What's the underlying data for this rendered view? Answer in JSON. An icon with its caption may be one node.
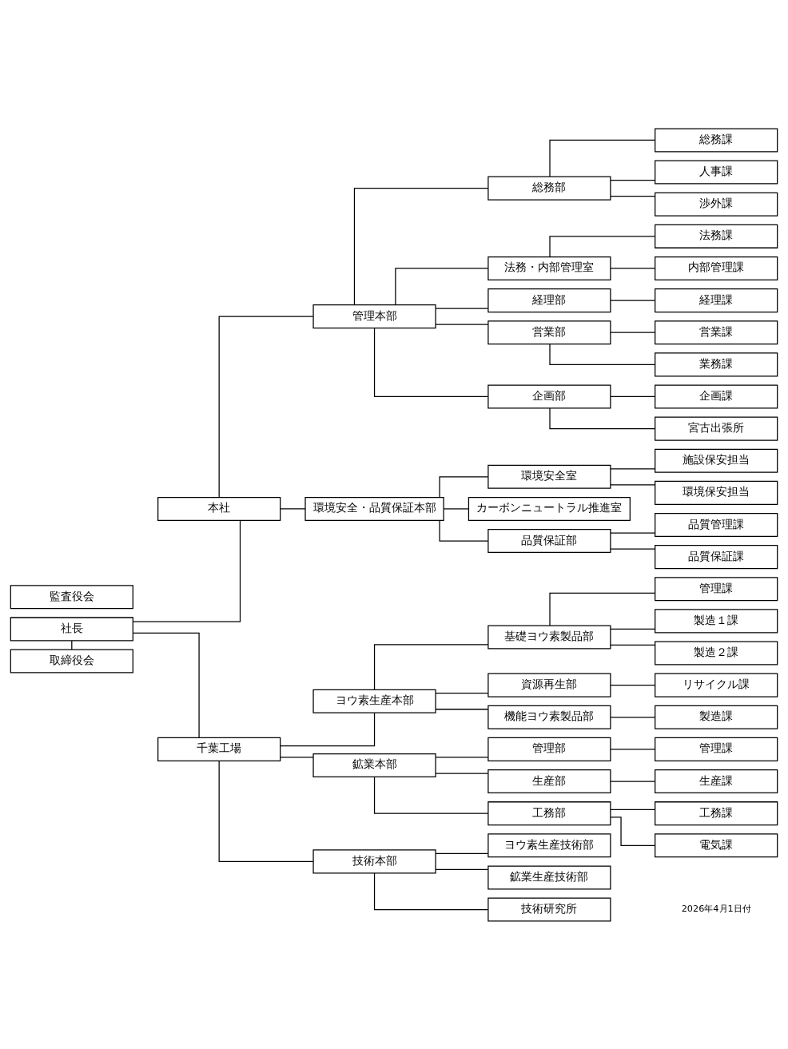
{
  "diagram": {
    "nodes": [
      {
        "text": [
          "社長"
        ]
      },
      {
        "text": [
          "取締役会"
        ]
      },
      {
        "text": [
          "監査役会"
        ]
      },
      {
        "text": [
          "本社"
        ]
      },
      {
        "text": [
          "管理本部"
        ]
      },
      {
        "text": [
          "総務部"
        ]
      },
      {
        "text": [
          "総務課"
        ]
      },
      {
        "text": [
          "人事課"
        ]
      },
      {
        "text": [
          "渉外課"
        ]
      },
      {
        "text": [
          "法務・内部管理室"
        ]
      },
      {
        "text": [
          "法務課"
        ]
      },
      {
        "text": [
          "内部管理課"
        ]
      },
      {
        "text": [
          "経理部"
        ]
      },
      {
        "text": [
          "経理課"
        ]
      },
      {
        "text": [
          "営業部"
        ]
      },
      {
        "text": [
          "営業課"
        ]
      },
      {
        "text": [
          "業務課"
        ]
      },
      {
        "text": [
          "企画部"
        ]
      },
      {
        "text": [
          "企画課"
        ]
      },
      {
        "text": [
          "宮古出張所"
        ]
      },
      {
        "text": [
          "環境安全・品質保証本部"
        ]
      },
      {
        "text": [
          "環境安全室"
        ]
      },
      {
        "text": [
          "施設保安担当"
        ]
      },
      {
        "text": [
          "環境保安担当"
        ]
      },
      {
        "text": [
          "カーボンニュートラル推進室"
        ]
      },
      {
        "text": [
          "品質保証部"
        ]
      },
      {
        "text": [
          "品質管理課"
        ]
      },
      {
        "text": [
          "品質保証課"
        ]
      },
      {
        "text": [
          "千葉工場"
        ]
      },
      {
        "text": [
          "ヨウ素生産本部"
        ]
      },
      {
        "text": [
          "基礎ヨウ素製品部"
        ]
      },
      {
        "text": [
          "管理課"
        ]
      },
      {
        "text": [
          "製造１課"
        ]
      },
      {
        "text": [
          "製造２課"
        ]
      },
      {
        "text": [
          "資源再生部"
        ]
      },
      {
        "text": [
          "リサイクル課"
        ]
      },
      {
        "text": [
          "機能ヨウ素製品部"
        ]
      },
      {
        "text": [
          "製造課"
        ]
      },
      {
        "text": [
          "鉱業本部"
        ]
      },
      {
        "text": [
          "管理部"
        ]
      },
      {
        "text": [
          "管理課"
        ]
      },
      {
        "text": [
          "生産部"
        ]
      },
      {
        "text": [
          "生産課"
        ]
      },
      {
        "text": [
          "工務部"
        ]
      },
      {
        "text": [
          "工務課"
        ]
      },
      {
        "text": [
          "電気課"
        ]
      },
      {
        "text": [
          "技術本部"
        ]
      },
      {
        "text": [
          "ヨウ素生産技術部"
        ]
      },
      {
        "text": [
          "鉱業生産技術部"
        ]
      },
      {
        "text": [
          "技術研究所"
        ]
      }
    ],
    "edges": [
      {
        "from": 0,
        "to": 1,
        "arrow": "none"
      },
      {
        "from": 0,
        "to": 3,
        "arrow": "none"
      },
      {
        "from": 0,
        "to": 28,
        "arrow": "none"
      },
      {
        "from": 3,
        "to": 4,
        "arrow": "none"
      },
      {
        "from": 3,
        "to": 20,
        "arrow": "none"
      },
      {
        "from": 4,
        "to": 5,
        "arrow": "none"
      },
      {
        "from": 4,
        "to": 9,
        "arrow": "none"
      },
      {
        "from": 4,
        "to": 12,
        "arrow": "none"
      },
      {
        "from": 4,
        "to": 14,
        "arrow": "none"
      },
      {
        "from": 4,
        "to": 17,
        "arrow": "none"
      },
      {
        "from": 5,
        "to": 6,
        "arrow": "none"
      },
      {
        "from": 5,
        "to": 7,
        "arrow": "none"
      },
      {
        "from": 5,
        "to": 8,
        "arrow": "none"
      },
      {
        "from": 9,
        "to": 10,
        "arrow": "none"
      },
      {
        "from": 9,
        "to": 11,
        "arrow": "none"
      },
      {
        "from": 12,
        "to": 13,
        "arrow": "none"
      },
      {
        "from": 14,
        "to": 15,
        "arrow": "none"
      },
      {
        "from": 14,
        "to": 16,
        "arrow": "none"
      },
      {
        "from": 17,
        "to": 18,
        "arrow": "none"
      },
      {
        "from": 17,
        "to": 19,
        "arrow": "none"
      },
      {
        "from": 20,
        "to": 21,
        "arrow": "none"
      },
      {
        "from": 20,
        "to": 24,
        "arrow": "none"
      },
      {
        "from": 20,
        "to": 25,
        "arrow": "none"
      },
      {
        "from": 21,
        "to": 22,
        "arrow": "none"
      },
      {
        "from": 21,
        "to": 23,
        "arrow": "none"
      },
      {
        "from": 25,
        "to": 26,
        "arrow": "none"
      },
      {
        "from": 25,
        "to": 27,
        "arrow": "none"
      },
      {
        "from": 28,
        "to": 29,
        "arrow": "none"
      },
      {
        "from": 28,
        "to": 38,
        "arrow": "none"
      },
      {
        "from": 28,
        "to": 46,
        "arrow": "none"
      },
      {
        "from": 29,
        "to": 30,
        "arrow": "none"
      },
      {
        "from": 29,
        "to": 34,
        "arrow": "none"
      },
      {
        "from": 29,
        "to": 36,
        "arrow": "none"
      },
      {
        "from": 30,
        "to": 31,
        "arrow": "none"
      },
      {
        "from": 30,
        "to": 32,
        "arrow": "none"
      },
      {
        "from": 30,
        "to": 33,
        "arrow": "none"
      },
      {
        "from": 34,
        "to": 35,
        "arrow": "none"
      },
      {
        "from": 36,
        "to": 37,
        "arrow": "none"
      },
      {
        "from": 38,
        "to": 39,
        "arrow": "none"
      },
      {
        "from": 38,
        "to": 41,
        "arrow": "none"
      },
      {
        "from": 38,
        "to": 43,
        "arrow": "none"
      },
      {
        "from": 39,
        "to": 40,
        "arrow": "none"
      },
      {
        "from": 41,
        "to": 42,
        "arrow": "none"
      },
      {
        "from": 43,
        "to": 44,
        "arrow": "none"
      },
      {
        "from": 43,
        "to": 45,
        "arrow": "none"
      },
      {
        "from": 46,
        "to": 47,
        "arrow": "none"
      },
      {
        "from": 46,
        "to": 48,
        "arrow": "none"
      },
      {
        "from": 46,
        "to": 49,
        "arrow": "none"
      }
    ],
    "labels": [
      "2026年4月1日付"
    ]
  }
}
